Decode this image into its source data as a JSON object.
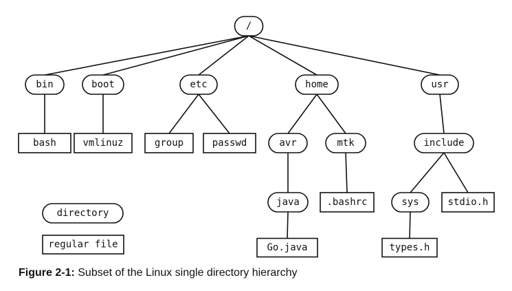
{
  "tree": {
    "nodes": [
      {
        "id": "root",
        "label": "/",
        "kind": "directory"
      },
      {
        "id": "bin",
        "label": "bin",
        "kind": "directory"
      },
      {
        "id": "boot",
        "label": "boot",
        "kind": "directory"
      },
      {
        "id": "etc",
        "label": "etc",
        "kind": "directory"
      },
      {
        "id": "home",
        "label": "home",
        "kind": "directory"
      },
      {
        "id": "usr",
        "label": "usr",
        "kind": "directory"
      },
      {
        "id": "bash",
        "label": "bash",
        "kind": "file"
      },
      {
        "id": "vmlinuz",
        "label": "vmlinuz",
        "kind": "file"
      },
      {
        "id": "group",
        "label": "group",
        "kind": "file"
      },
      {
        "id": "passwd",
        "label": "passwd",
        "kind": "file"
      },
      {
        "id": "avr",
        "label": "avr",
        "kind": "directory"
      },
      {
        "id": "mtk",
        "label": "mtk",
        "kind": "directory"
      },
      {
        "id": "include",
        "label": "include",
        "kind": "directory"
      },
      {
        "id": "java",
        "label": "java",
        "kind": "directory"
      },
      {
        "id": "bashrc",
        "label": ".bashrc",
        "kind": "file"
      },
      {
        "id": "sys",
        "label": "sys",
        "kind": "directory"
      },
      {
        "id": "stdio",
        "label": "stdio.h",
        "kind": "file"
      },
      {
        "id": "gojava",
        "label": "Go.java",
        "kind": "file"
      },
      {
        "id": "types",
        "label": "types.h",
        "kind": "file"
      }
    ],
    "edges": [
      [
        "root",
        "bin"
      ],
      [
        "root",
        "boot"
      ],
      [
        "root",
        "etc"
      ],
      [
        "root",
        "home"
      ],
      [
        "root",
        "usr"
      ],
      [
        "bin",
        "bash"
      ],
      [
        "boot",
        "vmlinuz"
      ],
      [
        "etc",
        "group"
      ],
      [
        "etc",
        "passwd"
      ],
      [
        "home",
        "avr"
      ],
      [
        "home",
        "mtk"
      ],
      [
        "usr",
        "include"
      ],
      [
        "avr",
        "java"
      ],
      [
        "mtk",
        "bashrc"
      ],
      [
        "include",
        "sys"
      ],
      [
        "include",
        "stdio"
      ],
      [
        "java",
        "gojava"
      ],
      [
        "sys",
        "types"
      ]
    ]
  },
  "legend": {
    "directory": "directory",
    "file": "regular file"
  },
  "caption": {
    "label": "Figure 2-1:",
    "text": " Subset of the Linux single directory hierarchy"
  }
}
